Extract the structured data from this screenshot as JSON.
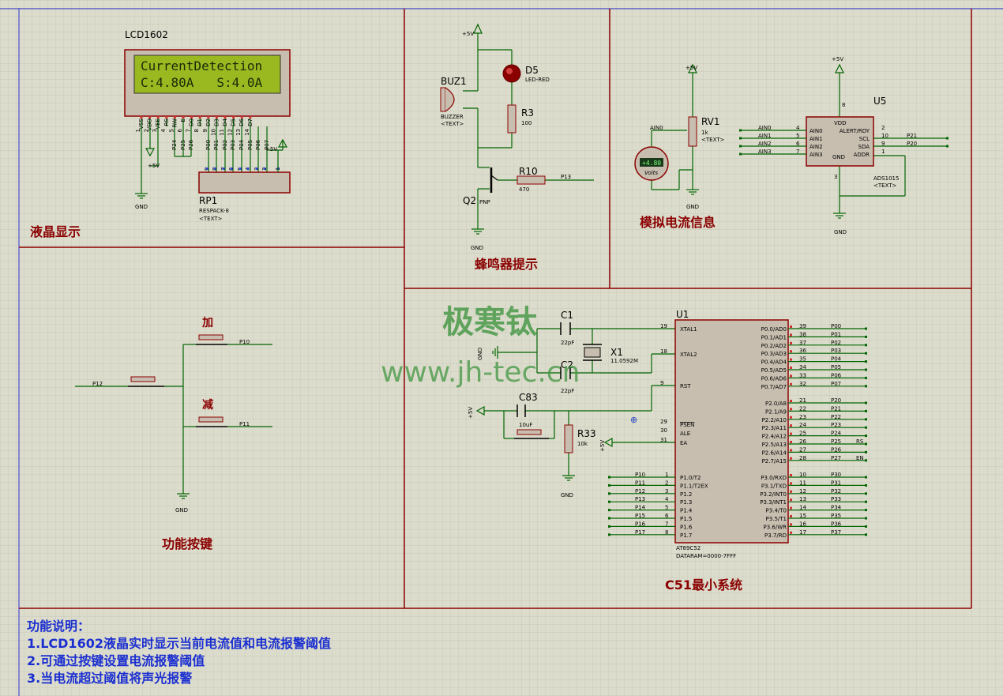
{
  "title": "",
  "sections": {
    "lcd": "液晶显示",
    "buzzer": "蜂鸣器提示",
    "analog": "模拟电流信息",
    "keys": "功能按键",
    "mcu": "C51最小系统"
  },
  "watermark": {
    "line1": "极寒钛",
    "line2": "www.jh-tec.cn"
  },
  "lcd": {
    "ref": "LCD1602",
    "line1": "CurrentDetection",
    "line2": "C:4.80A   S:4.0A",
    "pins": [
      "VSS",
      "VDD",
      "VEE",
      "RS",
      "RW",
      "E",
      "D0",
      "D1",
      "D2",
      "D3",
      "D4",
      "D5",
      "D6",
      "D7"
    ],
    "pin_nums": [
      "1",
      "2",
      "3",
      "4",
      "5",
      "6",
      "7",
      "8",
      "9",
      "10",
      "11",
      "12",
      "13",
      "14"
    ],
    "nets": [
      "P24",
      "P25",
      "P26",
      "P00",
      "P01",
      "P02",
      "P03",
      "P04",
      "P05",
      "P06",
      "P07"
    ],
    "rp_ref": "RP1",
    "rp_type": "RESPACK-8",
    "rp_text": "<TEXT>",
    "rp_pins": [
      "9",
      "8",
      "7",
      "6",
      "5",
      "4",
      "3",
      "2",
      "1"
    ],
    "vcc": "+5V",
    "gnd": "GND"
  },
  "buzzer": {
    "buz_ref": "BUZ1",
    "buz_type": "BUZZER",
    "buz_text": "<TEXT>",
    "d5_ref": "D5",
    "d5_type": "LED-RED",
    "r3_ref": "R3",
    "r3_val": "100",
    "r10_ref": "R10",
    "r10_val": "470",
    "q2_ref": "Q2",
    "q2_type": "PNP",
    "net": "P13",
    "vcc": "+5V",
    "gnd": "GND"
  },
  "analog": {
    "rv1_ref": "RV1",
    "rv1_val": "1k",
    "rv1_text": "<TEXT>",
    "meter_value": "+4.80",
    "meter_unit": "Volts",
    "net": "AIN0",
    "vcc": "+5V",
    "gnd": "GND",
    "u5_ref": "U5",
    "u5_type": "ADS1015",
    "u5_text": "<TEXT>",
    "u5_left_pins": [
      "AIN0",
      "AIN1",
      "AIN2",
      "AIN3"
    ],
    "u5_left_nums": [
      "4",
      "5",
      "6",
      "7"
    ],
    "u5_right_pins": [
      "ALERT/RDY",
      "SCL",
      "SDA",
      "ADDR"
    ],
    "u5_right_nums": [
      "2",
      "10",
      "9",
      "1"
    ],
    "u5_top": "VDD",
    "u5_gnd": "GND",
    "u5_vdd_num": "8",
    "u5_gnd_num": "3",
    "ext_nets": [
      "AIN0",
      "AIN1",
      "AIN2",
      "AIN3"
    ],
    "right_nets": [
      "P21",
      "P20"
    ]
  },
  "keys": {
    "add_label": "加",
    "sub_label": "减",
    "nets": [
      "P10",
      "P11",
      "P12"
    ],
    "gnd": "GND"
  },
  "mcu": {
    "ref": "U1",
    "type": "AT89C52",
    "dataram": "DATARAM=0000-7FFF",
    "c1_ref": "C1",
    "c1_val": "22pF",
    "c2_ref": "C2",
    "c2_val": "22pF",
    "x1_ref": "X1",
    "x1_val": "11.0592M",
    "c83_ref": "C83",
    "c83_val": "10uF",
    "r33_ref": "R33",
    "r33_val": "10k",
    "vcc": "+5V",
    "gnd": "GND",
    "left_pins": [
      "XTAL1",
      "XTAL2",
      "RST",
      "PSEN",
      "ALE",
      "EA"
    ],
    "left_nums": [
      "19",
      "18",
      "9",
      "29",
      "30",
      "31"
    ],
    "p1_pins": [
      "P1.0/T2",
      "P1.1/T2EX",
      "P1.2",
      "P1.3",
      "P1.4",
      "P1.5",
      "P1.6",
      "P1.7"
    ],
    "p1_nums": [
      "1",
      "2",
      "3",
      "4",
      "5",
      "6",
      "7",
      "8"
    ],
    "p1_nets": [
      "P10",
      "P11",
      "P12",
      "P13",
      "P14",
      "P15",
      "P16",
      "P17"
    ],
    "p0_pins": [
      "P0.0/AD0",
      "P0.1/AD1",
      "P0.2/AD2",
      "P0.3/AD3",
      "P0.4/AD4",
      "P0.5/AD5",
      "P0.6/AD6",
      "P0.7/AD7"
    ],
    "p0_nums": [
      "39",
      "38",
      "37",
      "36",
      "35",
      "34",
      "33",
      "32"
    ],
    "p0_nets": [
      "P00",
      "P01",
      "P02",
      "P03",
      "P04",
      "P05",
      "P06",
      "P07"
    ],
    "p2_pins": [
      "P2.0/A8",
      "P2.1/A9",
      "P2.2/A10",
      "P2.3/A11",
      "P2.4/A12",
      "P2.5/A13",
      "P2.6/A14",
      "P2.7/A15"
    ],
    "p2_nums": [
      "21",
      "22",
      "23",
      "24",
      "25",
      "26",
      "27",
      "28"
    ],
    "p2_nets": [
      "P20",
      "P21",
      "P22",
      "P23",
      "P24",
      "P25",
      "P26",
      "P27"
    ],
    "p2_extra": [
      "RS",
      "EN"
    ],
    "p3_pins": [
      "P3.0/RXD",
      "P3.1/TXD",
      "P3.2/INT0",
      "P3.3/INT1",
      "P3.4/T0",
      "P3.5/T1",
      "P3.6/WR",
      "P3.7/RD"
    ],
    "p3_nums": [
      "10",
      "11",
      "12",
      "13",
      "14",
      "15",
      "16",
      "17"
    ],
    "p3_nets": [
      "P30",
      "P31",
      "P32",
      "P33",
      "P34",
      "P35",
      "P36",
      "P37"
    ]
  },
  "notes": {
    "heading": "功能说明：",
    "lines": [
      "1.LCD1602液晶实时显示当前电流值和电流报警阈值",
      "2.可通过按键设置电流报警阈值",
      "3.当电流超过阈值将声光报警"
    ]
  },
  "colors": {
    "wire": "#006400",
    "frame": "#8b0000",
    "sheet": "#3030d0",
    "body": "#c8beb0",
    "lcd_bg": "#9ab820",
    "notes": "#1b2fd0",
    "section": "#8a0000"
  }
}
